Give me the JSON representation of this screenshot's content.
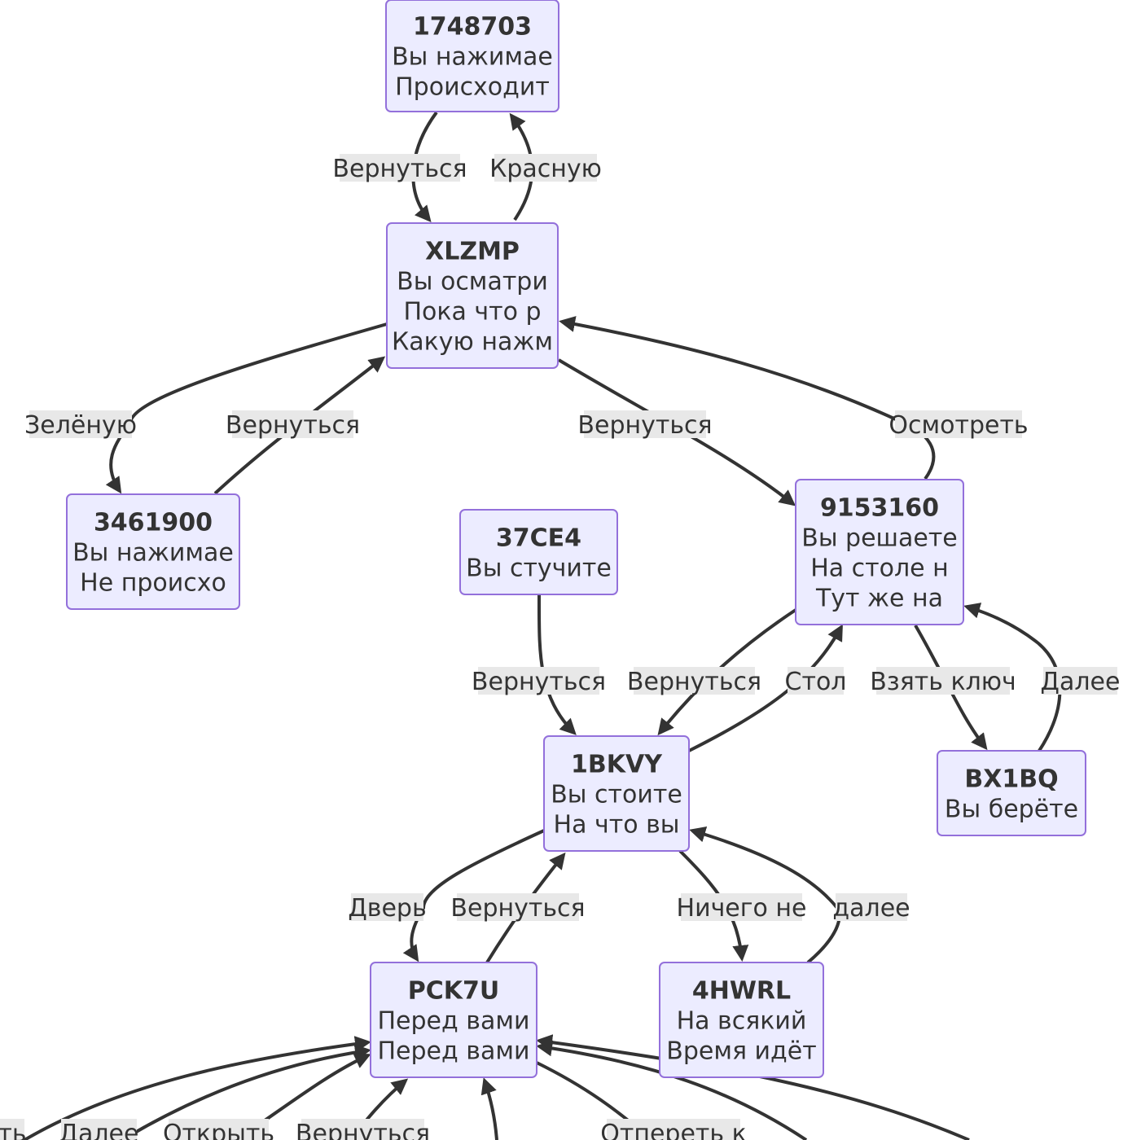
{
  "diagram": {
    "type": "flowchart",
    "colors": {
      "node_fill": "#ECECFF",
      "node_border": "#9370DB",
      "edge": "#333333",
      "label_bg": "#e8e8e8",
      "text": "#333333"
    },
    "nodes": [
      {
        "id": "1748703",
        "lines": [
          "1748703",
          "Вы нажимае",
          "Происходит"
        ]
      },
      {
        "id": "XLZMP",
        "lines": [
          "XLZMP",
          "Вы осматри",
          "Пока что р",
          "Какую нажм"
        ]
      },
      {
        "id": "3461900",
        "lines": [
          "3461900",
          "Вы нажимае",
          "Не происхо"
        ]
      },
      {
        "id": "37CE4",
        "lines": [
          "37CE4",
          "Вы стучите"
        ]
      },
      {
        "id": "9153160",
        "lines": [
          "9153160",
          "Вы решаете",
          "На столе н",
          "Тут же на"
        ]
      },
      {
        "id": "1BKVY",
        "lines": [
          "1BKVY",
          "Вы стоите",
          "На что вы"
        ]
      },
      {
        "id": "BX1BQ",
        "lines": [
          "BX1BQ",
          "Вы берёте"
        ]
      },
      {
        "id": "PCK7U",
        "lines": [
          "PCK7U",
          "Перед вами",
          "Перед вами"
        ]
      },
      {
        "id": "4HWRL",
        "lines": [
          "4HWRL",
          "На всякий",
          "Время идёт"
        ]
      }
    ],
    "edges": [
      {
        "from": "1748703",
        "to": "XLZMP",
        "label": "Вернуться"
      },
      {
        "from": "XLZMP",
        "to": "1748703",
        "label": "Красную"
      },
      {
        "from": "XLZMP",
        "to": "3461900",
        "label": "Зелёную"
      },
      {
        "from": "3461900",
        "to": "XLZMP",
        "label": "Вернуться"
      },
      {
        "from": "XLZMP",
        "to": "9153160",
        "label": "Вернуться"
      },
      {
        "from": "9153160",
        "to": "XLZMP",
        "label": "Осмотреть"
      },
      {
        "from": "37CE4",
        "to": "1BKVY",
        "label": "Вернуться"
      },
      {
        "from": "9153160",
        "to": "1BKVY",
        "label": "Вернуться"
      },
      {
        "from": "1BKVY",
        "to": "9153160",
        "label": "Стол"
      },
      {
        "from": "9153160",
        "to": "BX1BQ",
        "label": "Взять ключ"
      },
      {
        "from": "BX1BQ",
        "to": "9153160",
        "label": "Далее"
      },
      {
        "from": "1BKVY",
        "to": "PCK7U",
        "label": "Дверь"
      },
      {
        "from": "PCK7U",
        "to": "1BKVY",
        "label": "Вернуться"
      },
      {
        "from": "1BKVY",
        "to": "4HWRL",
        "label": "Ничего не"
      },
      {
        "from": "4HWRL",
        "to": "1BKVY",
        "label": "далее"
      },
      {
        "from": "?",
        "to": "PCK7U",
        "label": "ть"
      },
      {
        "from": "?",
        "to": "PCK7U",
        "label": "Далее"
      },
      {
        "from": "?",
        "to": "PCK7U",
        "label": "Открыть"
      },
      {
        "from": "?",
        "to": "PCK7U",
        "label": "Вернуться"
      },
      {
        "from": "?",
        "to": "PCK7U",
        "label": ""
      },
      {
        "from": "PCK7U",
        "to": "?",
        "label": "Отпереть к"
      },
      {
        "from": "?",
        "to": "PCK7U",
        "label": ""
      },
      {
        "from": "?",
        "to": "PCK7U",
        "label": ""
      }
    ]
  }
}
